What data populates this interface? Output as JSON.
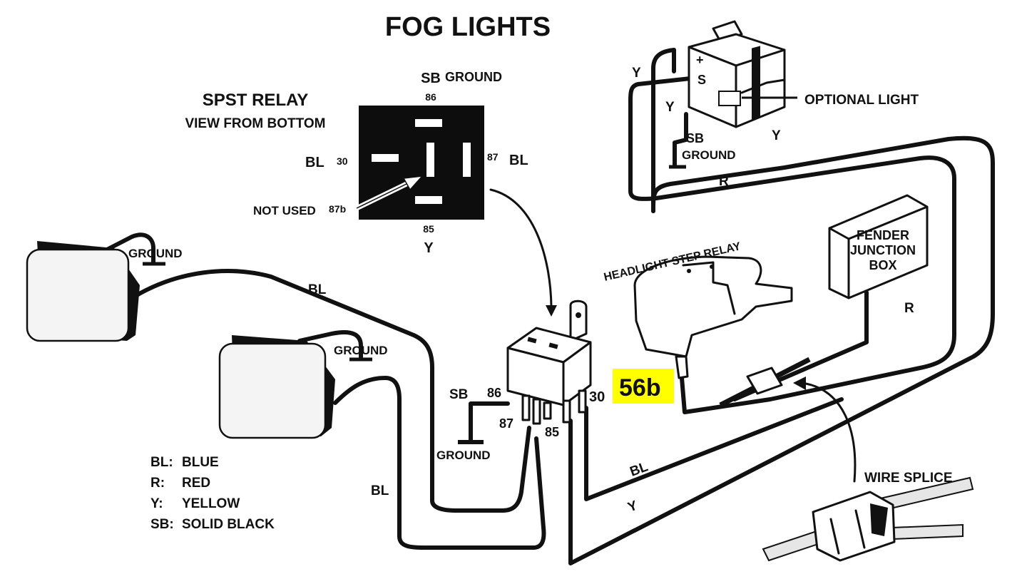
{
  "title": "FOG LIGHTS",
  "spst": {
    "heading": "SPST RELAY",
    "subheading": "VIEW FROM BOTTOM",
    "pin86_color": "SB",
    "pin86_ground": "GROUND",
    "pin86": "86",
    "pin30": "30",
    "pin30_color": "BL",
    "pin87": "87",
    "pin87_color": "BL",
    "pin87b": "87b",
    "not_used": "NOT USED",
    "pin85": "85",
    "pin85_color": "Y"
  },
  "switch": {
    "plus": "+",
    "s": "S",
    "wire_y1": "Y",
    "wire_y2": "Y",
    "ground_color": "SB",
    "ground": "GROUND",
    "optional_light": "OPTIONAL LIGHT",
    "wire_y3": "Y",
    "wire_r": "R"
  },
  "lamps": {
    "ground1": "GROUND",
    "ground2": "GROUND",
    "wire_bl_top": "BL",
    "wire_bl_bottom": "BL"
  },
  "relay": {
    "sb": "SB",
    "pin86": "86",
    "pin87": "87",
    "pin85": "85",
    "pin30": "30",
    "ground": "GROUND"
  },
  "headlight_relay": {
    "label": "HEADLIGHT STEP RELAY",
    "terminal": "56b",
    "highlight_color": "#ffff00"
  },
  "fender": {
    "line1": "FENDER",
    "line2": "JUNCTION",
    "line3": "BOX",
    "wire_r": "R"
  },
  "bottom_wires": {
    "bl": "BL",
    "y": "Y"
  },
  "splice": {
    "label": "WIRE SPLICE"
  },
  "legend": {
    "items": [
      {
        "code": "BL:",
        "name": "BLUE"
      },
      {
        "code": "R:",
        "name": "RED"
      },
      {
        "code": "Y:",
        "name": "YELLOW"
      },
      {
        "code": "SB:",
        "name": "SOLID BLACK"
      }
    ]
  }
}
